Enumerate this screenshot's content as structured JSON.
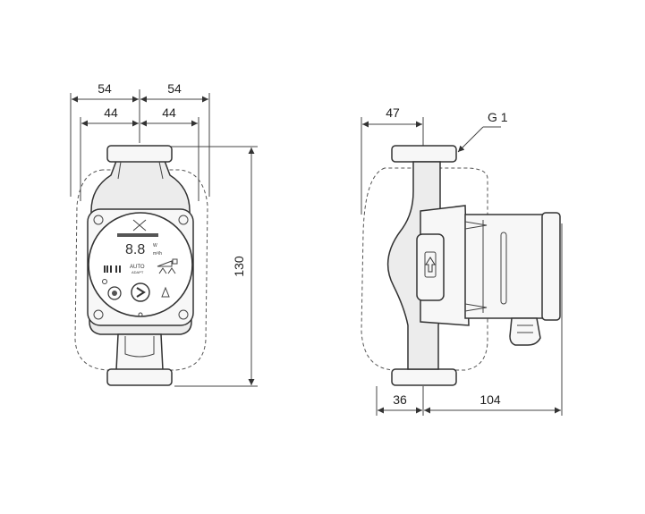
{
  "dimensions": {
    "front_half_outer_left": "54",
    "front_half_outer_right": "54",
    "front_half_inner_left": "44",
    "front_half_inner_right": "44",
    "front_height": "130",
    "side_top_offset": "47",
    "side_bottom_left": "36",
    "side_bottom_right": "104",
    "thread_callout": "G 1"
  },
  "display_panel": {
    "readout": "8.8",
    "unit_power": "W",
    "unit_flow": "m³/h",
    "mode_line1": "AUTO",
    "mode_line2": "ADAPT"
  },
  "colors": {
    "line": "#333333",
    "housing_fill": "#ececec"
  }
}
